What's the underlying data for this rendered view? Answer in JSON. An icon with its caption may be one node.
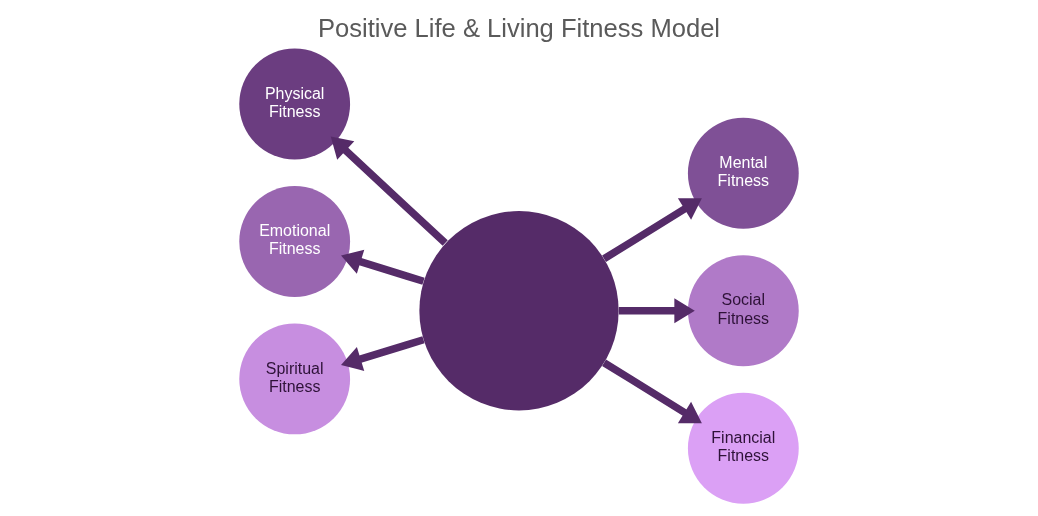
{
  "diagram": {
    "title": "Positive Life & Living Fitness Model",
    "nodes": [
      {
        "text": [
          "Physical Fitness"
        ]
      },
      {
        "text": [
          "Mental Fitness"
        ]
      },
      {
        "text": [
          "Emotional Fitness"
        ]
      },
      {
        "text": [],
        "shape": "circle"
      },
      {
        "text": [
          "Social Fitness"
        ]
      },
      {
        "text": [
          "Spiritual Fitness"
        ]
      },
      {
        "text": [
          "Financial Fitness"
        ]
      }
    ],
    "edges": [
      {
        "from": 3,
        "to": 0,
        "arrow": "to"
      },
      {
        "from": 3,
        "to": 1,
        "arrow": "to"
      },
      {
        "from": 3,
        "to": 2,
        "arrow": "to"
      },
      {
        "from": 3,
        "to": 4,
        "arrow": "to"
      },
      {
        "from": 3,
        "to": 5,
        "arrow": "to"
      },
      {
        "from": 3,
        "to": 6,
        "arrow": "to"
      }
    ]
  }
}
